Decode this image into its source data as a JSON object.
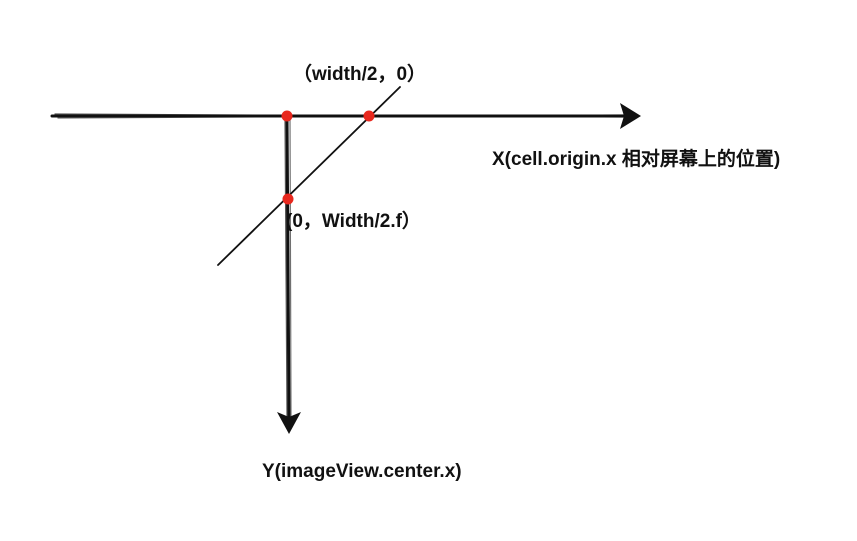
{
  "labels": {
    "top_point": "（width/2，0）",
    "x_axis": "X(cell.origin.x 相对屏幕上的位置)",
    "left_point": "(0，Width/2.f）",
    "y_axis": "Y(imageView.center.x)"
  },
  "colors": {
    "axis": "#111111",
    "point": "#e8281e",
    "text": "#111111"
  }
}
